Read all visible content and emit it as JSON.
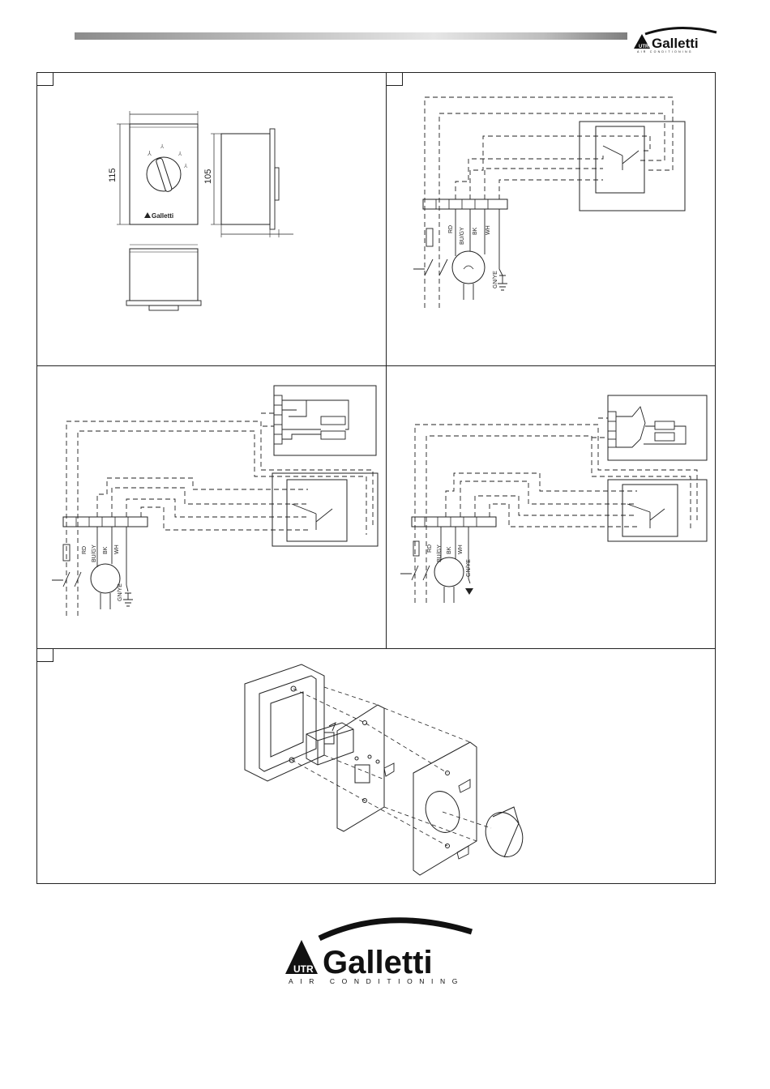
{
  "brand": {
    "name": "Galletti",
    "tagline": "AIR CONDITIONING",
    "mark": "UTR"
  },
  "panel_a": {
    "dim_height": "115",
    "dim_depth": "105",
    "face_logo": "Galletti"
  },
  "wires": {
    "red": "RD",
    "blue_grey": "BU/GY",
    "black": "BK",
    "white": "WH",
    "earth": "GN/YE"
  }
}
